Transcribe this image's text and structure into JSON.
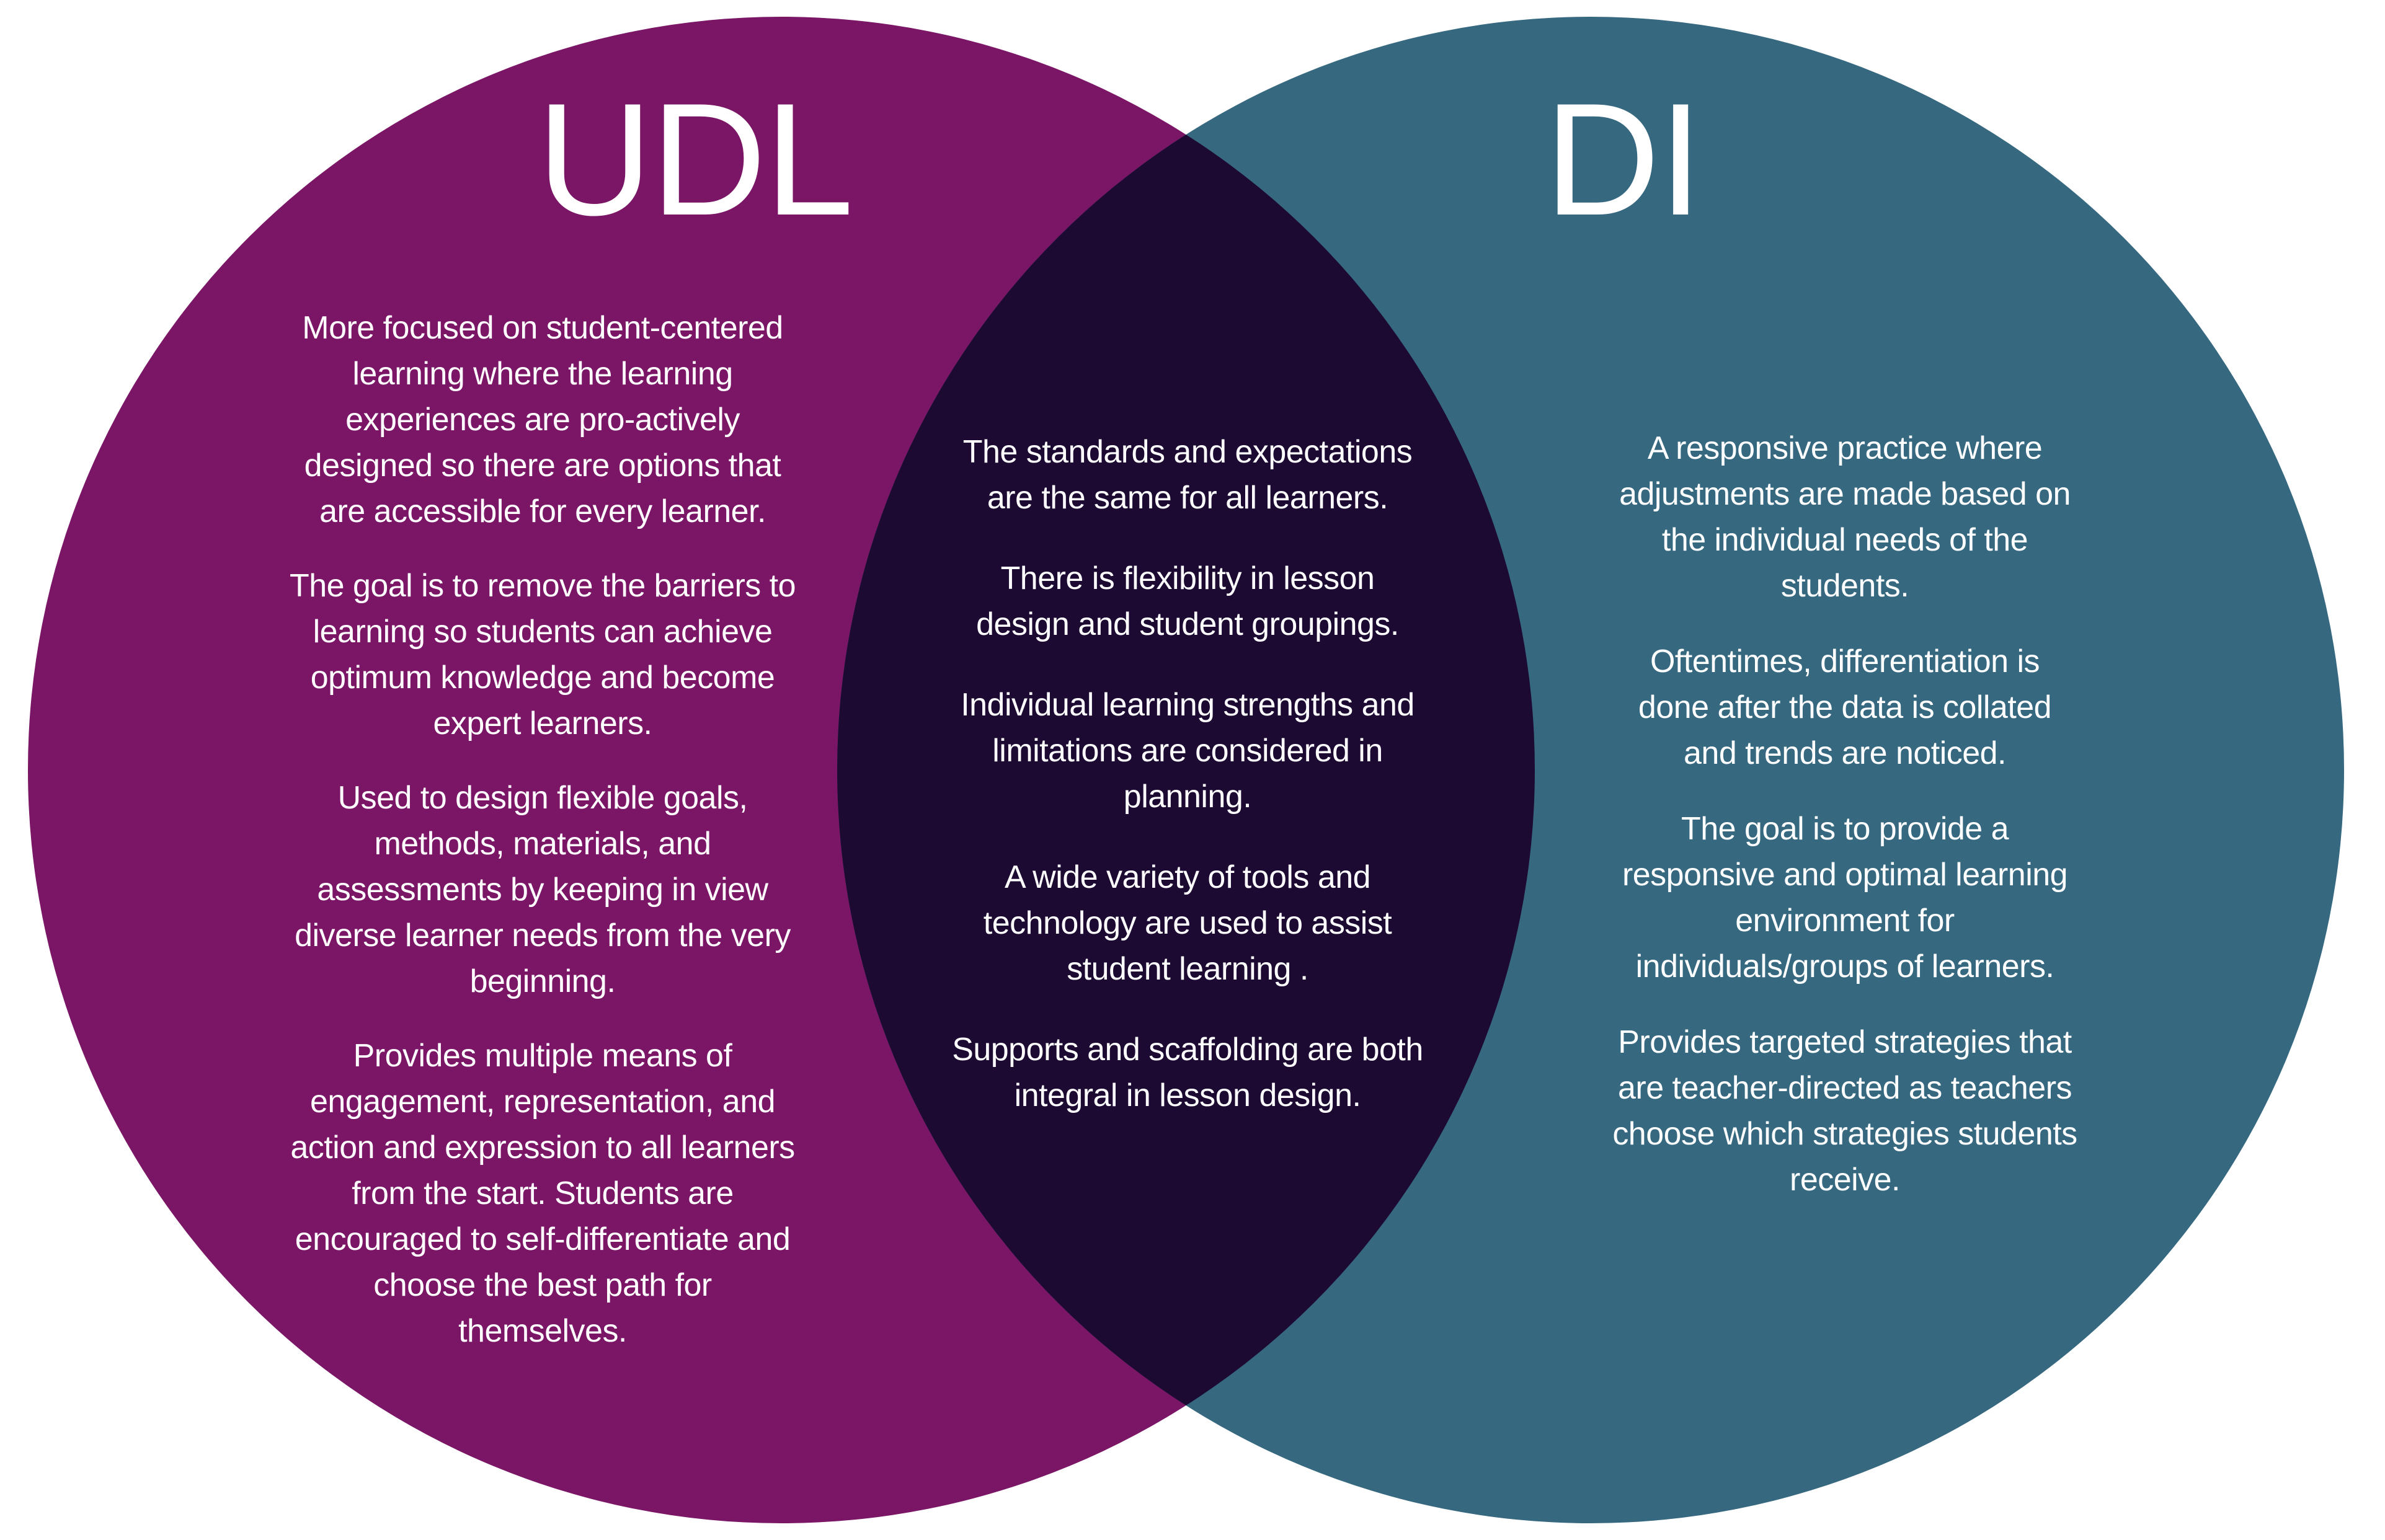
{
  "venn": {
    "type": "venn-diagram",
    "topic": "UDL vs DI comparison",
    "colors": {
      "left_circle": "#7B1566",
      "right_circle": "#366880",
      "overlap": "#1C0A32",
      "background": "#FFFFFF",
      "text": "#FFFFFF"
    },
    "left": {
      "title": "UDL",
      "points": [
        "More focused on student-centered\nlearning where the learning\nexperiences are pro-actively\ndesigned so there are options that\nare accessible for every learner.",
        "The goal is to remove the barriers to\nlearning so students can achieve\noptimum knowledge and become\nexpert learners.",
        "Used to design flexible goals,\nmethods, materials, and\nassessments by keeping in view\ndiverse learner needs from the very\nbeginning.",
        "Provides multiple means of\nengagement, representation, and\naction and expression to all learners\nfrom the start. Students are\nencouraged to self-differentiate and\nchoose the best path for\nthemselves."
      ]
    },
    "overlap": {
      "points": [
        "The standards and expectations\nare the same for all learners.",
        "There is flexibility in lesson\ndesign and student groupings.",
        "Individual learning strengths and\nlimitations are considered in\nplanning.",
        "A wide variety of tools and\ntechnology are used to assist\nstudent learning .",
        "Supports and scaffolding are both\nintegral in lesson design."
      ]
    },
    "right": {
      "title": "DI",
      "points": [
        "A responsive practice where\nadjustments are made based on\nthe individual needs of the\nstudents.",
        "Oftentimes, differentiation is\ndone after the data is collated\nand trends are noticed.",
        "The goal  is to provide a\nresponsive and optimal learning\nenvironment for\nindividuals/groups of learners.",
        "Provides targeted strategies that\nare teacher-directed as teachers\nchoose which strategies students\nreceive."
      ]
    }
  }
}
